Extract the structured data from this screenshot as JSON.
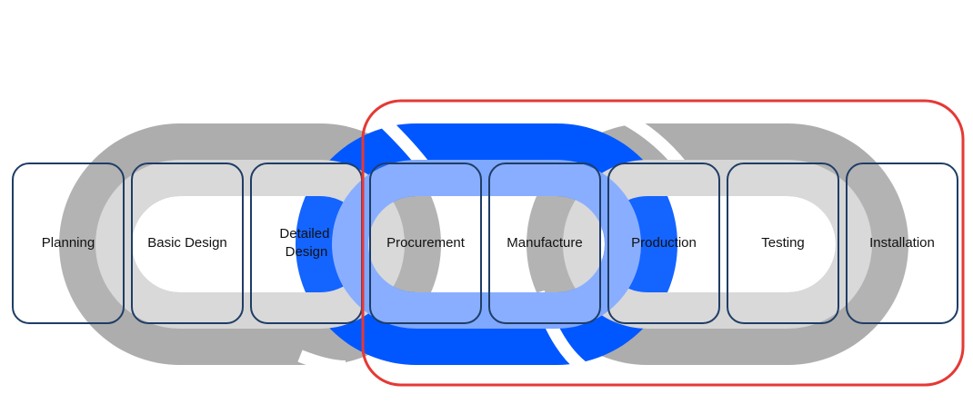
{
  "diagram": {
    "stages": [
      {
        "label": [
          "Planning"
        ]
      },
      {
        "label": [
          "Basic Design"
        ]
      },
      {
        "label": [
          "Detailed",
          "Design"
        ]
      },
      {
        "label": [
          "Procurement"
        ]
      },
      {
        "label": [
          "Manufacture"
        ]
      },
      {
        "label": [
          "Production"
        ]
      },
      {
        "label": [
          "Testing"
        ]
      },
      {
        "label": [
          "Installation"
        ]
      }
    ],
    "highlight_from_stage": 4,
    "highlight_to_stage": 8,
    "colors": {
      "link_gray_dark": "#adadad",
      "link_gray_light": "#d6d6d6",
      "link_blue_dark": "#0057ff",
      "link_blue_light": "#7fa8ff",
      "box_border": "#1f3d66",
      "highlight_border": "#e53935"
    }
  }
}
